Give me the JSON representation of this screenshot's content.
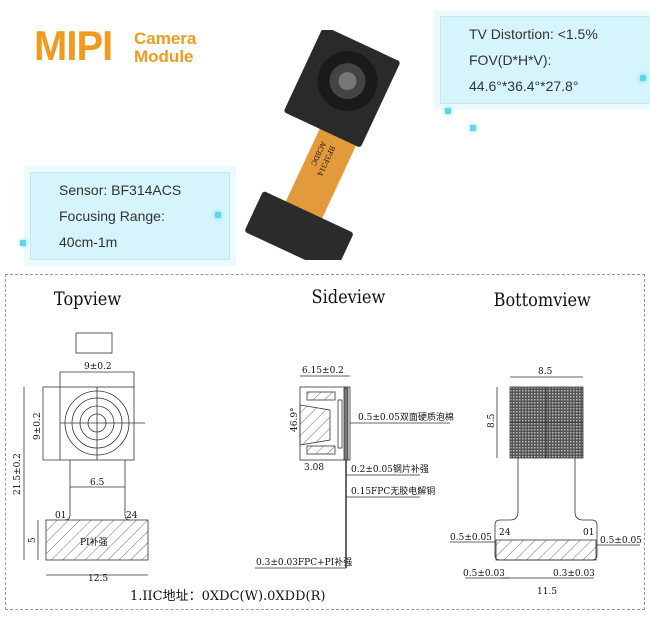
{
  "header": {
    "logo_main": "MIPI",
    "logo_sub1": "Camera",
    "logo_sub2": "Module"
  },
  "specs_right": [
    "TV Distortion: <1.5%",
    "FOV(D*H*V):",
    "44.6°*36.4°*27.8°"
  ],
  "specs_left": [
    "Sensor: BF314ACS",
    "Focusing Range:",
    "40cm-1m"
  ],
  "product": {
    "flex_print1": "BF3F314",
    "flex_print2": "AC8DC"
  },
  "colors": {
    "accent": "#f29a1d",
    "flex": "#e39a3a",
    "panel": "#c8f0fa"
  },
  "drawing": {
    "views": [
      "Topview",
      "Sideview",
      "Bottomview"
    ],
    "top": {
      "width": "9±0.2",
      "height": "9±0.2",
      "total": "21.5±0.2",
      "flex": "6.5",
      "pin1": "01",
      "pin24": "24",
      "pi": "PI补强",
      "pi_h": "5",
      "pi_w": "12.5"
    },
    "side": {
      "depth": "6.15±0.2",
      "angle": "46.9°",
      "lens": "3.08",
      "foam": "0.5±0.05双面硬质泡棉",
      "steel": "0.2±0.05钢片补强",
      "fpc": "0.15FPC无胶电解铜",
      "fpc_pi": "0.3±0.03FPC+PI补强"
    },
    "bottom": {
      "w": "8.5",
      "h": "8.5",
      "pin24": "24",
      "pin01": "01",
      "left_tol": "0.5±0.05",
      "right_tol": "0.5±0.05",
      "pitch_a": "0.5±0.03",
      "pitch_b": "0.3±0.03",
      "width": "11.5"
    },
    "note": "1.IIC地址：0XDC(W).0XDD(R)"
  }
}
